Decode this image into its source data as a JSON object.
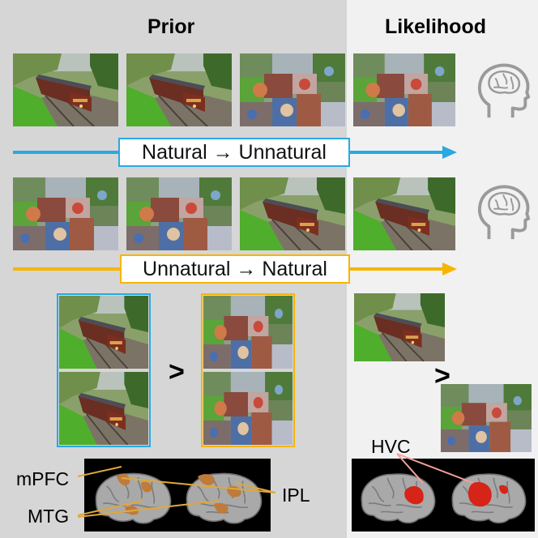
{
  "titles": {
    "prior": "Prior",
    "likelihood": "Likelihood"
  },
  "arrows": {
    "natural_to_unnatural": "Natural → Unnatural",
    "unnatural_to_natural": "Unnatural → Natural"
  },
  "comparison_symbol": ">",
  "regions": {
    "mpfc": "mPFC",
    "mtg": "MTG",
    "ipl": "IPL",
    "hvc": "HVC"
  },
  "icons": [
    "head-brain-icon",
    "head-brain-icon"
  ],
  "colors": {
    "blue": "#29a9e1",
    "yellow": "#f7b500",
    "brain_highlight": "#d62418",
    "prior_highlight": "#c07a3a"
  }
}
